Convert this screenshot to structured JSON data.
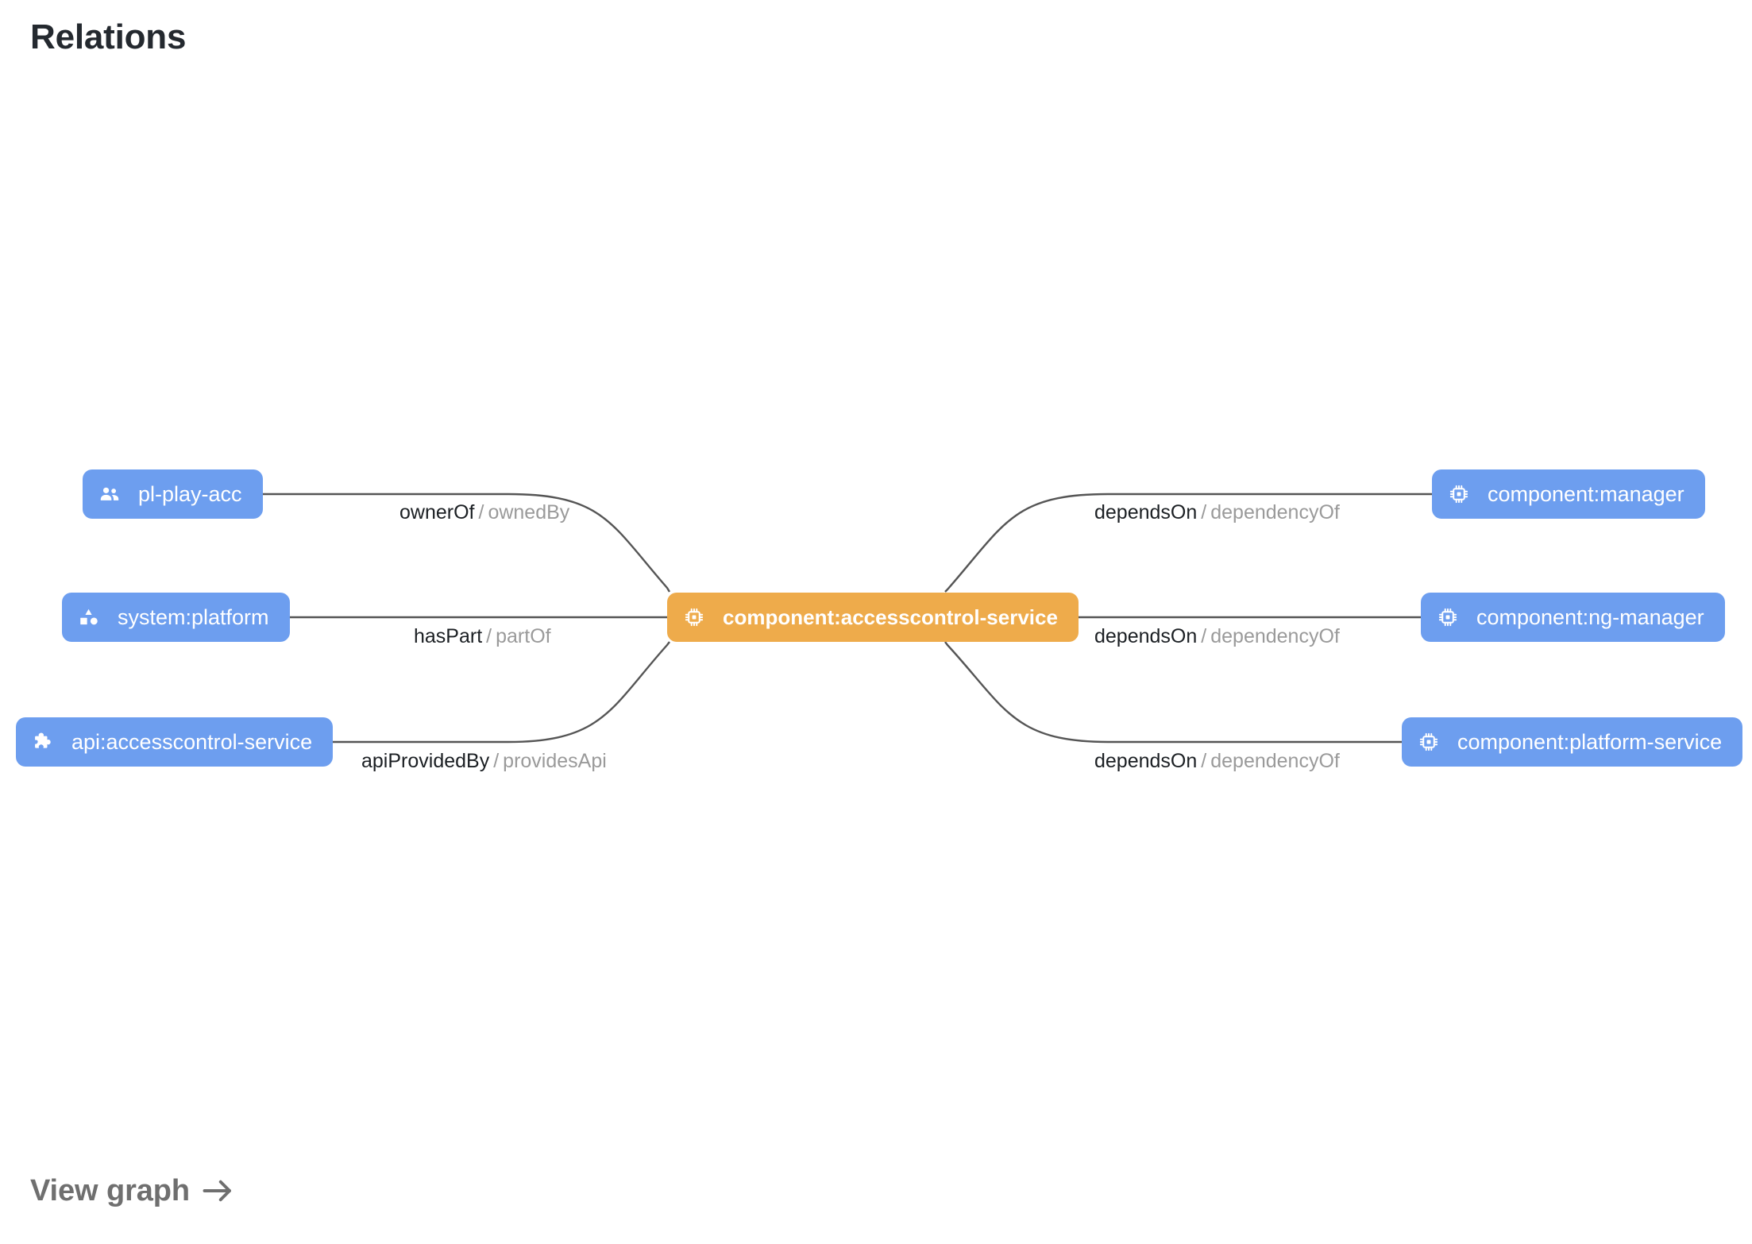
{
  "header": {
    "title": "Relations"
  },
  "graph": {
    "center_node": {
      "id": "component:accesscontrol-service",
      "label": "component:accesscontrol-service",
      "icon": "cpu-chip-icon",
      "color": "#eeab4b",
      "kind": "component",
      "highlighted": true
    },
    "left_nodes": [
      {
        "id": "pl-play-acc",
        "label": "pl-play-acc",
        "icon": "group-people-icon",
        "color": "#6d9eef",
        "kind": "group"
      },
      {
        "id": "system:platform",
        "label": "system:platform",
        "icon": "category-shapes-icon",
        "color": "#6d9eef",
        "kind": "system"
      },
      {
        "id": "api:accesscontrol-service",
        "label": "api:accesscontrol-service",
        "icon": "puzzle-extension-icon",
        "color": "#6d9eef",
        "kind": "api"
      }
    ],
    "right_nodes": [
      {
        "id": "component:manager",
        "label": "component:manager",
        "icon": "cpu-chip-icon",
        "color": "#6d9eef",
        "kind": "component"
      },
      {
        "id": "component:ng-manager",
        "label": "component:ng-manager",
        "icon": "cpu-chip-icon",
        "color": "#6d9eef",
        "kind": "component"
      },
      {
        "id": "component:platform-service",
        "label": "component:platform-service",
        "icon": "cpu-chip-icon",
        "color": "#6d9eef",
        "kind": "component"
      }
    ],
    "edges": [
      {
        "source": "pl-play-acc",
        "target": "component:accesscontrol-service",
        "forward": "ownerOf",
        "separator": "/",
        "reverse": "ownedBy"
      },
      {
        "source": "system:platform",
        "target": "component:accesscontrol-service",
        "forward": "hasPart",
        "separator": "/",
        "reverse": "partOf"
      },
      {
        "source": "api:accesscontrol-service",
        "target": "component:accesscontrol-service",
        "forward": "apiProvidedBy",
        "separator": "/",
        "reverse": "providesApi"
      },
      {
        "source": "component:accesscontrol-service",
        "target": "component:manager",
        "forward": "dependsOn",
        "separator": "/",
        "reverse": "dependencyOf"
      },
      {
        "source": "component:accesscontrol-service",
        "target": "component:ng-manager",
        "forward": "dependsOn",
        "separator": "/",
        "reverse": "dependencyOf"
      },
      {
        "source": "component:accesscontrol-service",
        "target": "component:platform-service",
        "forward": "dependsOn",
        "separator": "/",
        "reverse": "dependencyOf"
      }
    ],
    "edge_color": "#555555"
  },
  "footer": {
    "view_graph_label": "View graph",
    "arrow_icon": "arrow-right-icon"
  }
}
